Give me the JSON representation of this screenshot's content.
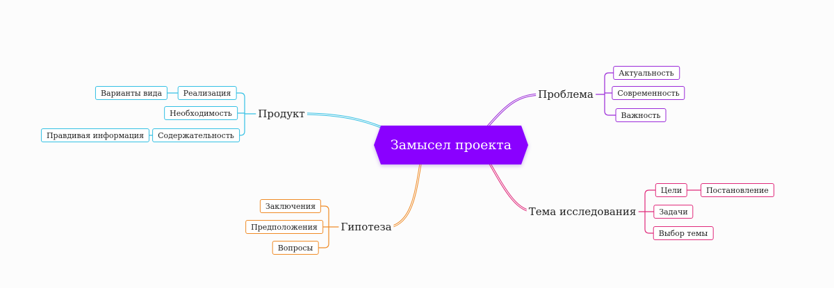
{
  "central": {
    "label": "Замысел проекта"
  },
  "colors": {
    "central": "#8a00ff",
    "problem": "#9a28d8",
    "product": "#33c0e4",
    "hypothesis": "#ef8a25",
    "research": "#e0287a"
  },
  "branches": {
    "problem": {
      "label": "Проблема",
      "children": [
        "Актуальность",
        "Современность",
        "Важность"
      ]
    },
    "product": {
      "label": "Продукт",
      "children": [
        {
          "label": "Реализация",
          "child": "Варианты вида"
        },
        {
          "label": "Необходимость"
        },
        {
          "label": "Содержательность",
          "child": "Правдивая информация"
        }
      ]
    },
    "hypothesis": {
      "label": "Гипотеза",
      "children": [
        "Заключения",
        "Предположения",
        "Вопросы"
      ]
    },
    "research": {
      "label": "Тема исследования",
      "children": [
        {
          "label": "Цели",
          "child": "Постановление"
        },
        {
          "label": "Задачи"
        },
        {
          "label": "Выбор темы"
        }
      ]
    }
  }
}
